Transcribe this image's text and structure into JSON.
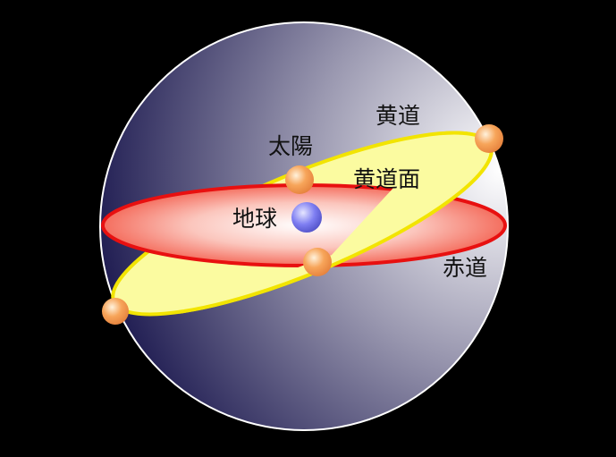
{
  "labels": {
    "ecliptic": "黄道",
    "sun": "太陽",
    "ecliptic_plane": "黄道面",
    "earth": "地球",
    "celestial_equator": "赤道"
  },
  "colors": {
    "background": "#000000",
    "sphere_light": "#ffffff",
    "sphere_dark": "#15124a",
    "equator_stroke": "#e81010",
    "equator_fill_center": "#ffffff",
    "equator_fill_edge": "#f46a5a",
    "ecliptic_stroke": "#f2e400",
    "ecliptic_fill": "#fbfba0",
    "sun_color": "#f7a55a",
    "earth_color": "#7f7ff2"
  }
}
